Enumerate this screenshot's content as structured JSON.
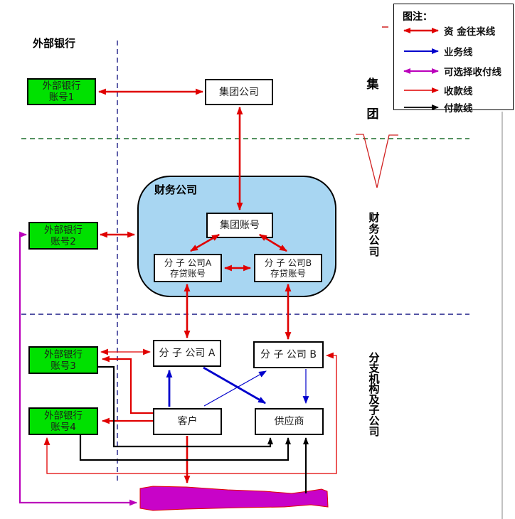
{
  "labels": {
    "external_bank_header": "外部银行",
    "region_group": "集\n团",
    "region_finance": "财\n务\n公\n司",
    "region_branch": "分\n支\n机\n构\n及\n子\n公\n司"
  },
  "legend": {
    "title": "图注：",
    "items": [
      {
        "label": "资 金往来线",
        "style": "double-arrow",
        "color": "#e00000"
      },
      {
        "label": "业务线",
        "style": "arrow",
        "color": "#0000cc"
      },
      {
        "label": "可选择收付线",
        "style": "double-arrow",
        "color": "#bb00bb"
      },
      {
        "label": "收款线",
        "style": "arrow",
        "color": "#e00000"
      },
      {
        "label": "付款线",
        "style": "arrow",
        "color": "#000000"
      }
    ]
  },
  "nodes": {
    "group_company": "集团公司",
    "finance_company": "财务公司",
    "group_account": "集团账号",
    "sub_account_a": "分 子 公司A\n存贷账号",
    "sub_account_b": "分 子 公司B\n存贷账号",
    "subsidiary_a": "分 子 公司 A",
    "subsidiary_b": "分 子 公司 B",
    "customer": "客户",
    "supplier": "供应商",
    "bank_accounts": [
      "外部银行\n账号1",
      "外部银行\n账号2",
      "外部银行\n账号3",
      "外部银行\n账号4"
    ]
  },
  "colors": {
    "bank_box_fill": "#00e100",
    "finance_fill": "#a8d6f2",
    "funds_line": "#e00000",
    "business_line": "#0000cc",
    "optional_line": "#bb00bb",
    "collect_line": "#e00000",
    "pay_line": "#000000",
    "market_shape_fill": "#c803c8",
    "dashed_green": "#1d6e2d",
    "dashed_navy": "#1c1c86"
  }
}
